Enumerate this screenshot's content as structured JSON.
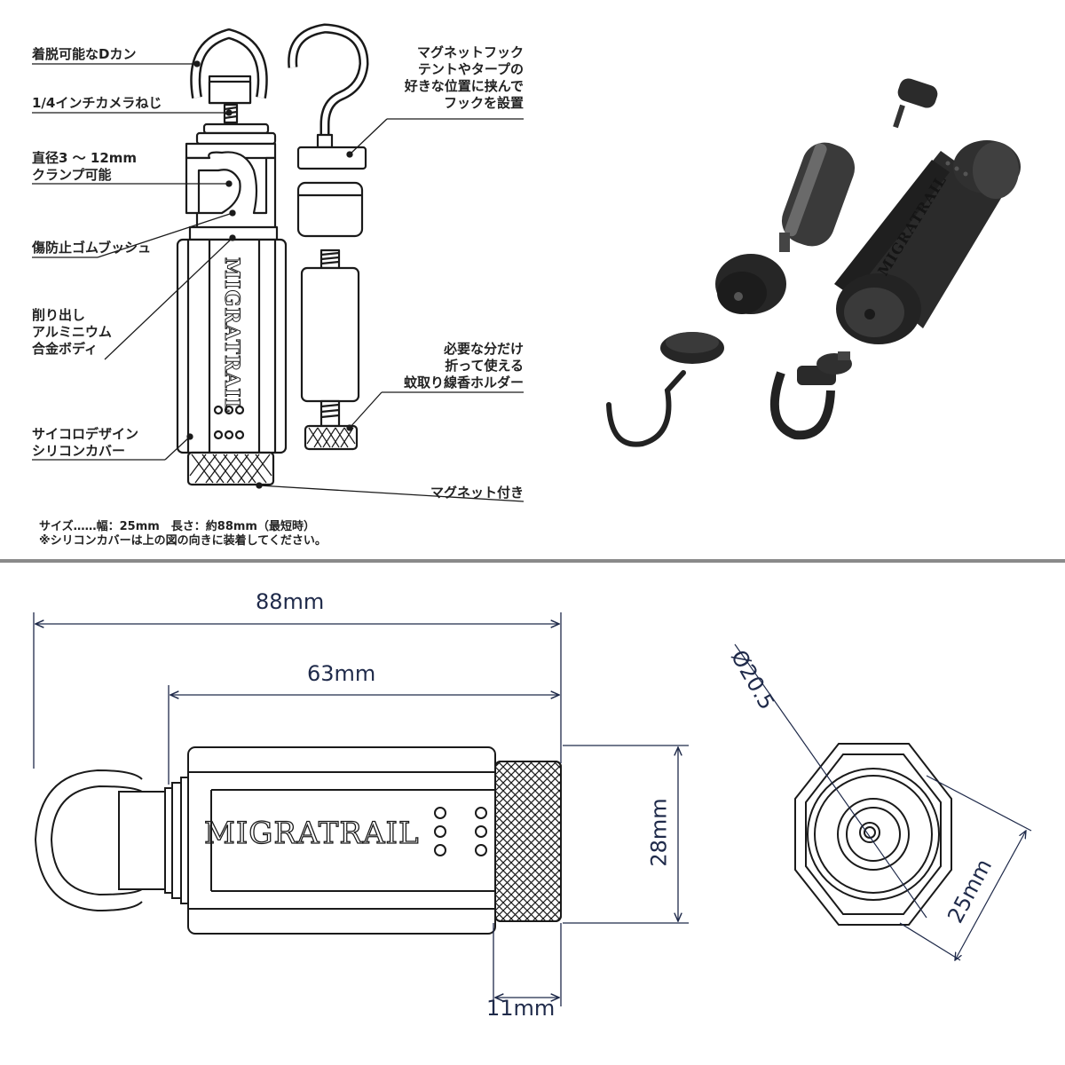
{
  "callouts_left": [
    {
      "lines": [
        "着脱可能なDカン"
      ]
    },
    {
      "lines": [
        "1/4インチカメラねじ"
      ]
    },
    {
      "lines": [
        "直径3 〜 12mm",
        "クランプ可能"
      ]
    },
    {
      "lines": [
        "傷防止ゴムブッシュ"
      ]
    },
    {
      "lines": [
        "削り出し",
        "アルミニウム",
        "合金ボディ"
      ]
    },
    {
      "lines": [
        "サイコロデザイン",
        "シリコンカバー"
      ]
    }
  ],
  "callouts_right": [
    {
      "lines": [
        "マグネットフック",
        "テントやタープの",
        "好きな位置に挟んで",
        "フックを設置"
      ]
    },
    {
      "lines": [
        "必要な分だけ",
        "折って使える",
        "蚊取り線香ホルダー"
      ]
    },
    {
      "lines": [
        "マグネット付き"
      ]
    }
  ],
  "notes": [
    "サイズ……幅：25mm　長さ：約88mm（最短時）",
    "※シリコンカバーは上の図の向きに装着してください。"
  ],
  "brand": "MIGRATRAIL",
  "dimensions": {
    "total_length": "88mm",
    "body_length": "63mm",
    "knob_length": "11mm",
    "height": "28mm",
    "diameter": "Ø20.5",
    "width": "25mm"
  },
  "colors": {
    "line": "#1a1a1a",
    "dimension": "#1f2a4a",
    "photo_dark": "#2b2b2b",
    "divider": "#8a8a8a"
  }
}
